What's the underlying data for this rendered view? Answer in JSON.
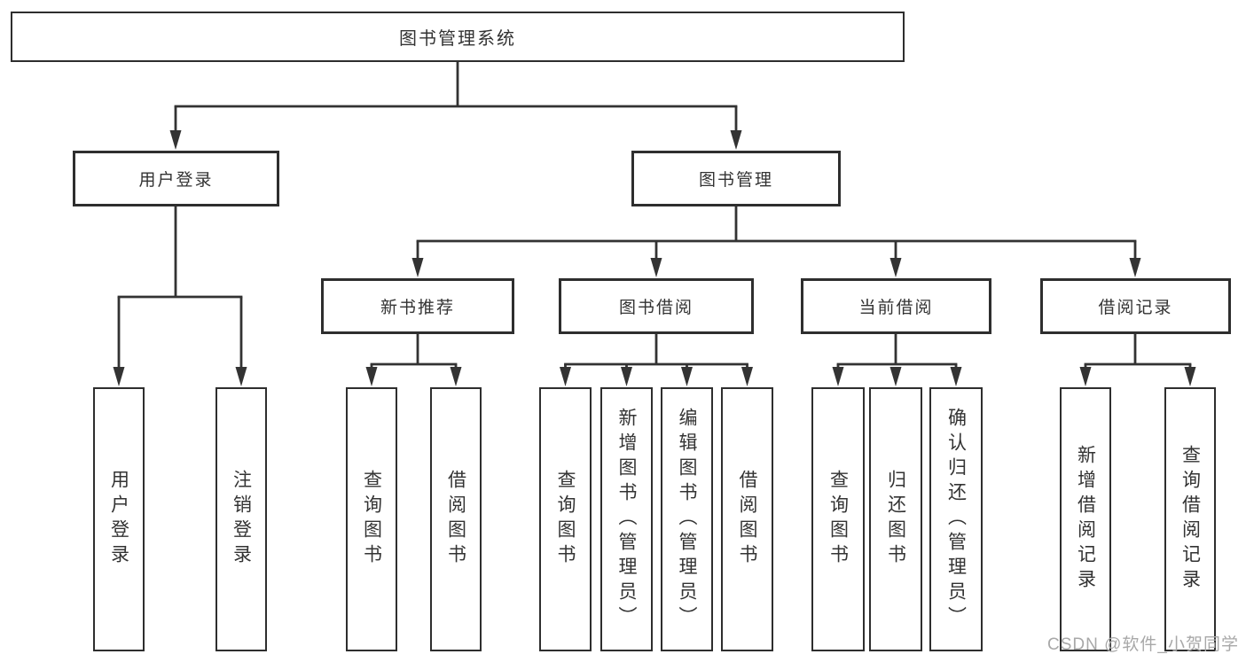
{
  "diagram": {
    "root": {
      "label": "图书管理系统"
    },
    "user_login": {
      "label": "用户登录",
      "children": [
        {
          "label": "用户登录"
        },
        {
          "label": "注销登录"
        }
      ]
    },
    "book_mgmt": {
      "label": "图书管理"
    },
    "new_book": {
      "label": "新书推荐",
      "children": [
        {
          "label": "查询图书"
        },
        {
          "label": "借阅图书"
        }
      ]
    },
    "book_borrow": {
      "label": "图书借阅",
      "children": [
        {
          "label": "查询图书"
        },
        {
          "label": "新增图书（管理员）"
        },
        {
          "label": "编辑图书（管理员）"
        },
        {
          "label": "借阅图书"
        }
      ]
    },
    "current_borrow": {
      "label": "当前借阅",
      "children": [
        {
          "label": "查询图书"
        },
        {
          "label": "归还图书"
        },
        {
          "label": "确认归还（管理员）"
        }
      ]
    },
    "borrow_records": {
      "label": "借阅记录",
      "children": [
        {
          "label": "新增借阅记录"
        },
        {
          "label": "查询借阅记录"
        }
      ]
    }
  },
  "watermark": "CSDN @软件_小贺同学",
  "colors": {
    "line": "#333333",
    "box_border": "#2e2e2e",
    "text": "#333333",
    "watermark": "#a8a8a8",
    "background": "#ffffff"
  }
}
